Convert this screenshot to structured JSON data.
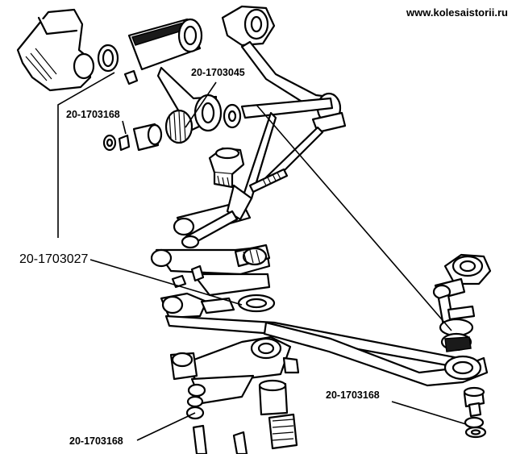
{
  "watermark": "www.kolesaistorii.ru",
  "labels": {
    "bracket_part": "20-1703045",
    "washer_left": "20-1703168",
    "main_part": "20-1703027",
    "washer_right": "20-1703168",
    "washer_bottom": "20-1703168"
  }
}
